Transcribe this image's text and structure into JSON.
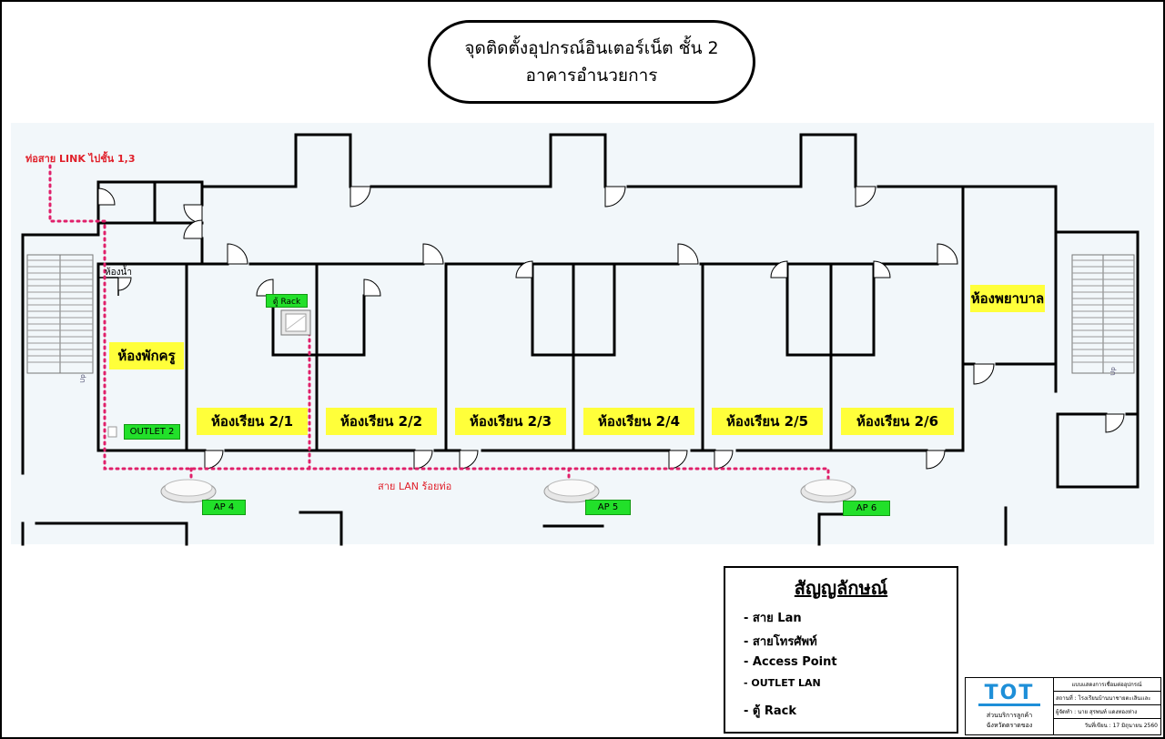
{
  "title": {
    "line1": "จุดติดตั้งอุปกรณ์อินเตอร์เน็ต ชั้น 2",
    "line2": "อาคารอำนวยการ"
  },
  "annotations": {
    "link_conduit": "ท่อสาย LINK ไปชั้น 1,3",
    "lan_cable": "สาย LAN ร้อยท่อ",
    "toilet": "ห้องน้ำ",
    "up_left": "Up",
    "up_right": "Up"
  },
  "rooms": [
    "ห้องพักครู",
    "ห้องเรียน 2/1",
    "ห้องเรียน 2/2",
    "ห้องเรียน 2/3",
    "ห้องเรียน 2/4",
    "ห้องเรียน 2/5",
    "ห้องเรียน 2/6",
    "ห้องพยาบาล"
  ],
  "equipment": {
    "rack_label": "ตู้ Rack",
    "outlet_label": "OUTLET 2",
    "access_points": [
      "AP 4",
      "AP 5",
      "AP 6"
    ]
  },
  "legend": {
    "title": "สัญญลักษณ์",
    "items": [
      "- สาย Lan",
      "- สายโทรศัพท์",
      "- Access Point",
      "- OUTLET LAN",
      "- ตู้ Rack"
    ]
  },
  "title_block": {
    "logo_text": "TOT",
    "logo_sub1": "ส่วนบริการลูกค้า",
    "logo_sub2": "ฉังหวัดตราดของ",
    "rows": [
      "แบบแสดงการเชื่อมต่ออุปกรณ์",
      "สถานที่ : โรงเรียนบ้านนาชายตะเลินเเละ",
      "ผู้จัดทำ : นาย สุรพนท์ แดงทองห่าง",
      "วันที่เขียน : 17 มิถุนายน 2560"
    ]
  },
  "colors": {
    "room_label_bg": "#ffff3a",
    "equipment_label_bg": "#22e02a",
    "lan_cable": "#e0206a",
    "phone_cable": "#22cc44",
    "annotation_red": "#e0202a",
    "floor_bg": "#f2f7fa"
  }
}
